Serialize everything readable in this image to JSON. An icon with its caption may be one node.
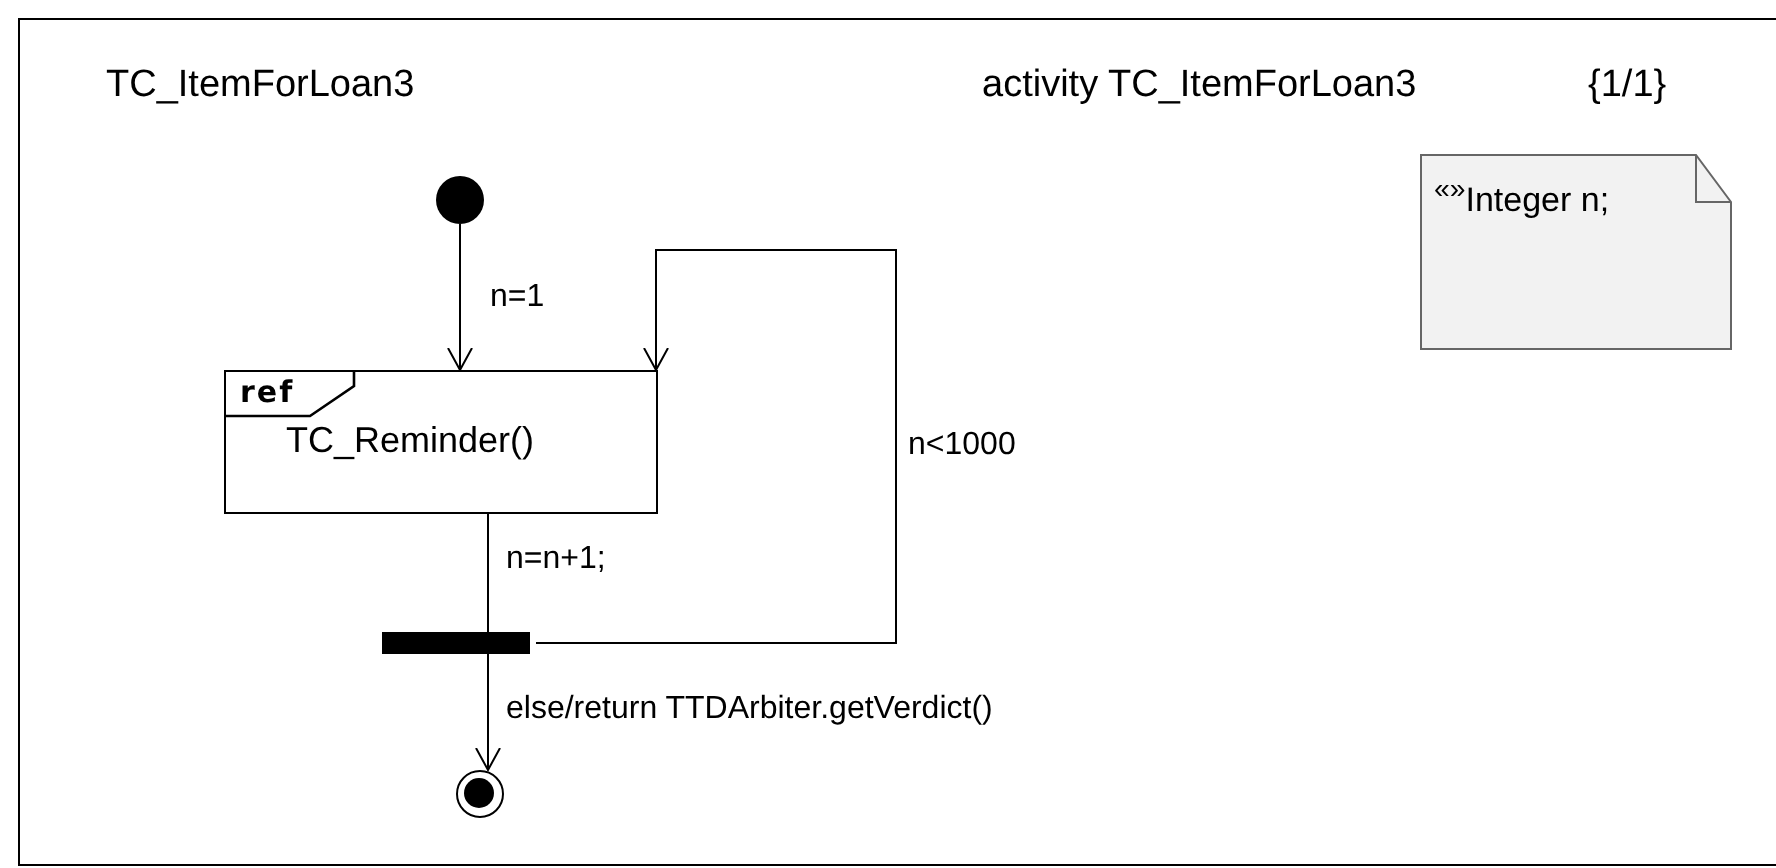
{
  "diagram": {
    "nodes": [
      {
        "text": [
          "TC_ItemForLoan3",
          "activity TC_ItemForLoan3",
          "{1/1}"
        ]
      },
      {
        "text": [],
        "shape": "circle",
        "in": 0
      },
      {
        "text": [
          "ref",
          "TC_Reminder()"
        ],
        "in": 0
      },
      {
        "text": [],
        "shape": "bar",
        "in": 0
      },
      {
        "text": [],
        "shape": "circle",
        "in": 0
      },
      {
        "text": [
          "$^{«»}$Integer n;"
        ],
        "in": 0
      }
    ],
    "edges": [
      {
        "from": 1,
        "to": 2,
        "arrow": "to",
        "label": "n=1"
      },
      {
        "from": 2,
        "to": 3,
        "arrow": "none",
        "label": "n=n+1;"
      },
      {
        "from": 3,
        "to": 2,
        "arrow": "to",
        "label": "n<1000"
      },
      {
        "from": 3,
        "to": 4,
        "arrow": "to",
        "label": "else/return TTDArbiter.getVerdict()"
      }
    ]
  }
}
